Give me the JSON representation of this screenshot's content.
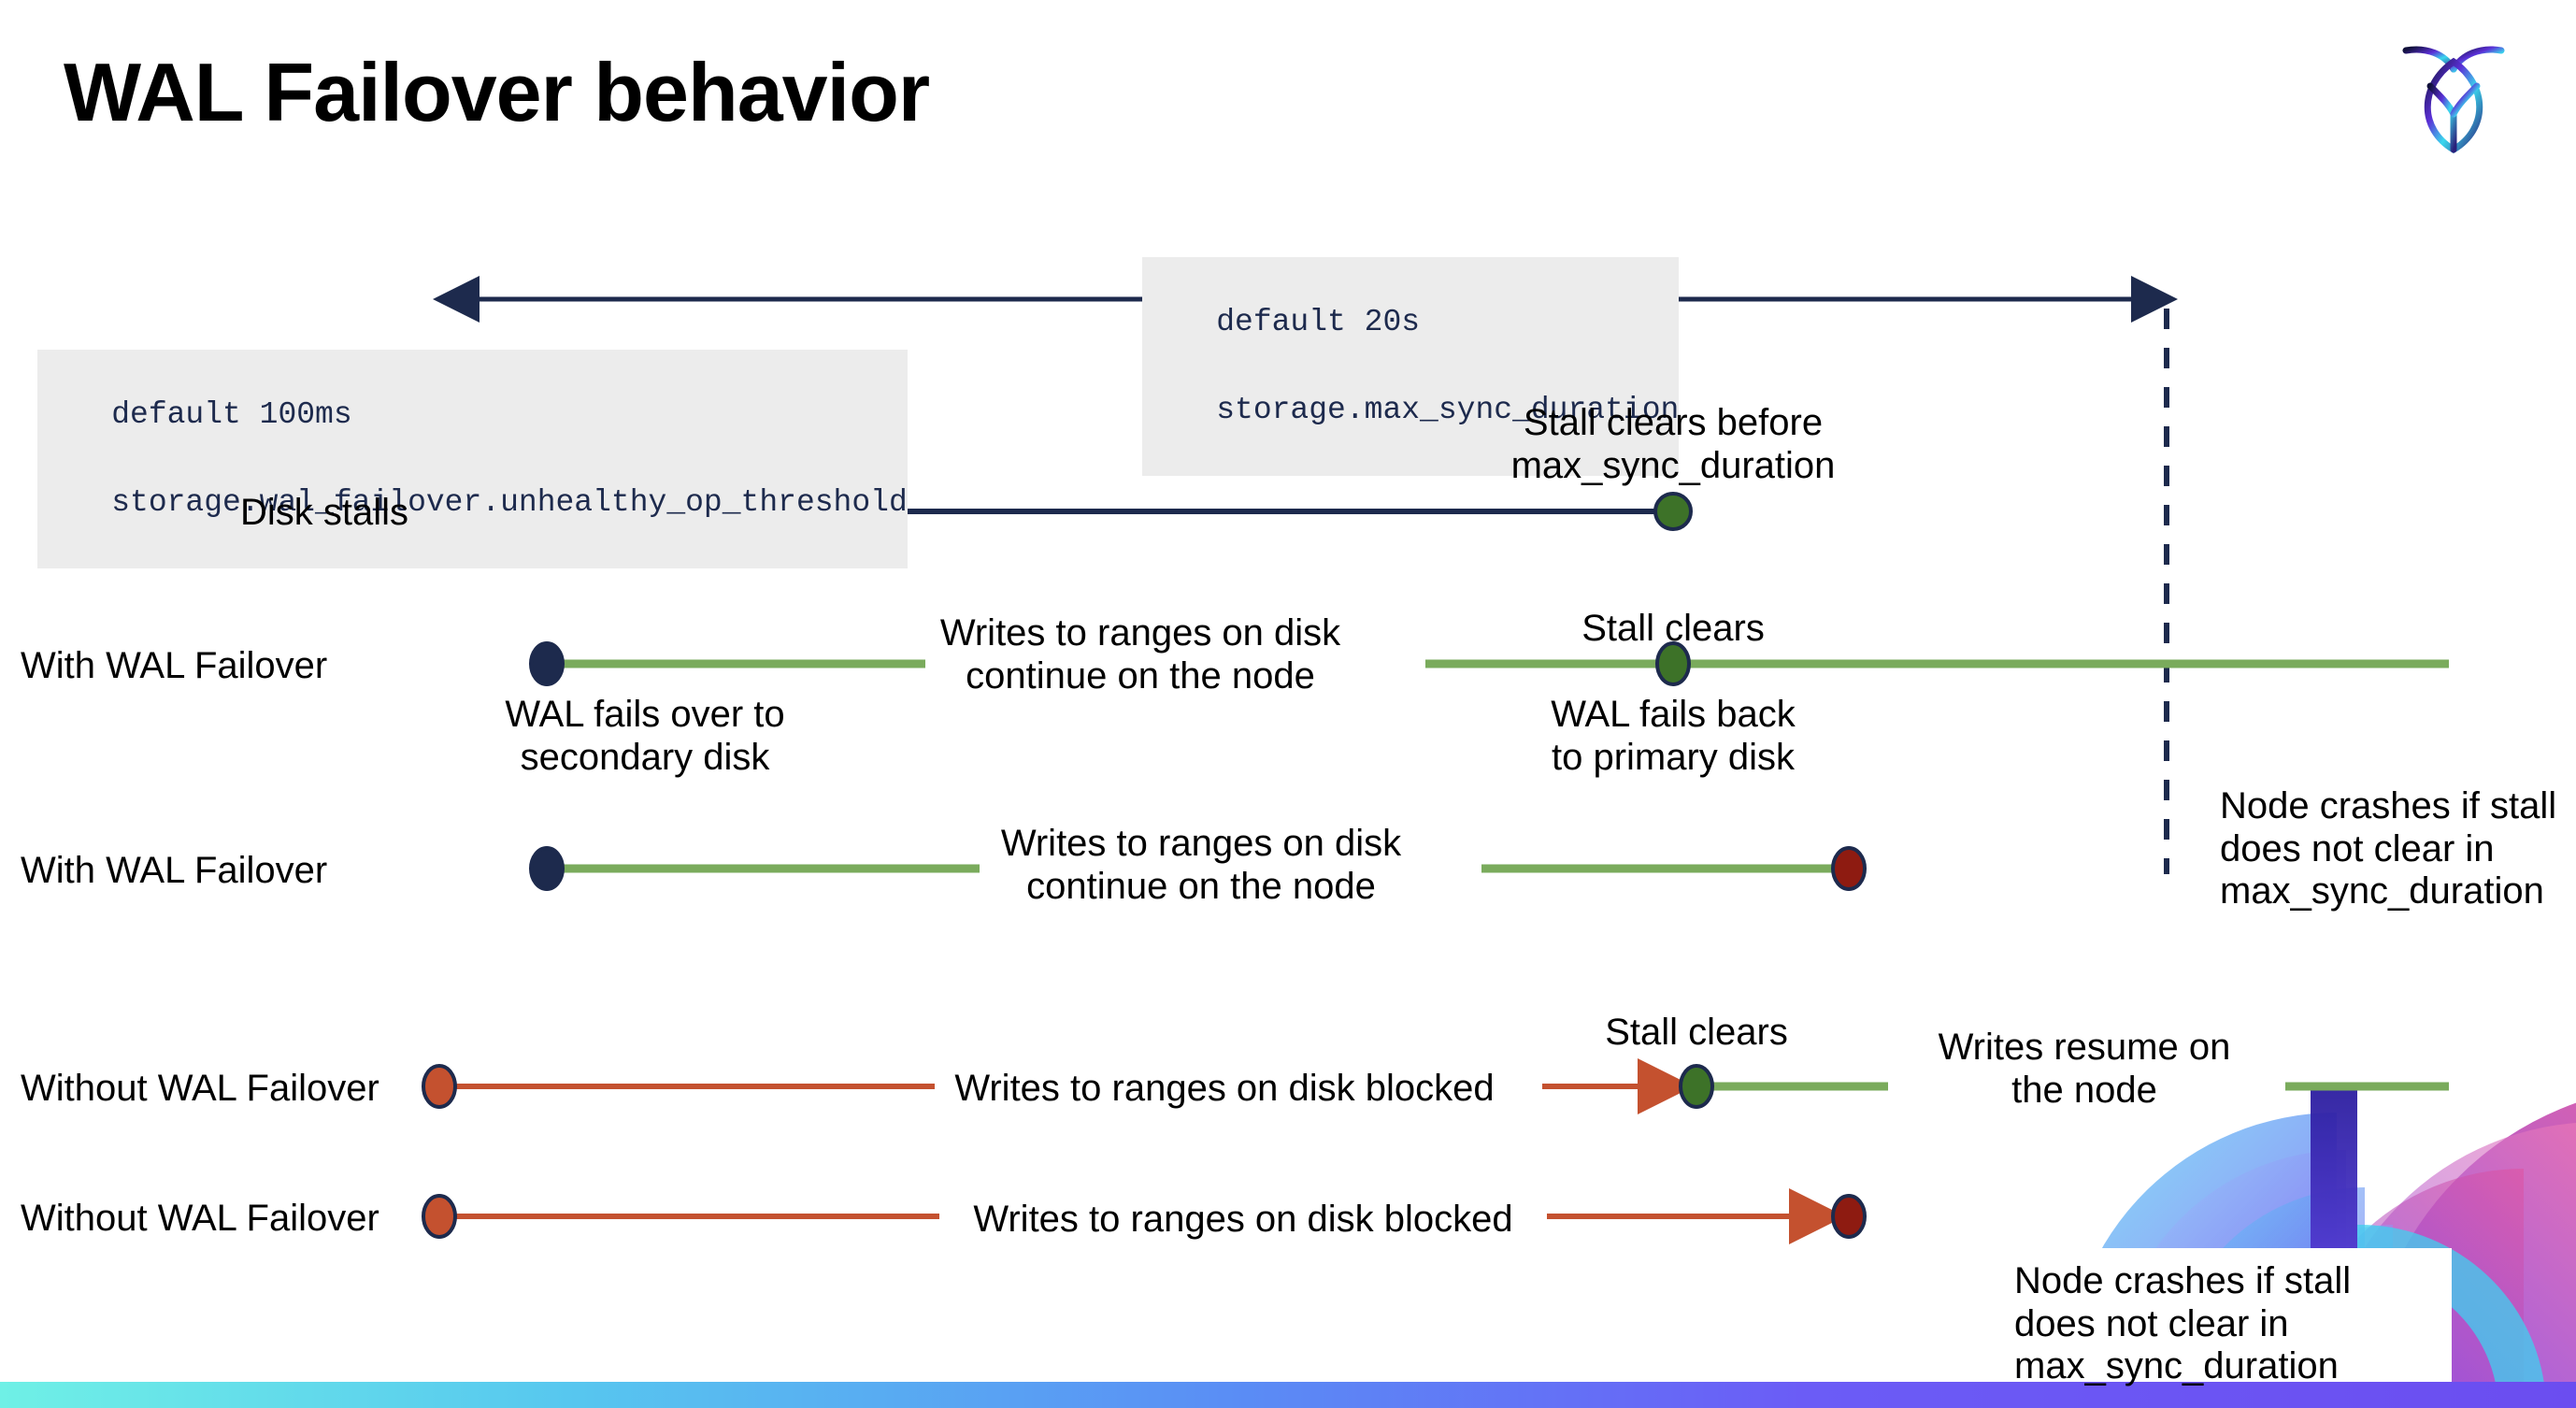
{
  "slide": {
    "title": "WAL Failover behavior",
    "logo_name": "cockroachdb-logo",
    "background": "#ffffff"
  },
  "colors": {
    "navy": "#1d2a4d",
    "green_line": "#7aab5c",
    "green_dot": "#3d7228",
    "orange": "#c4512f",
    "dark_red": "#8e1b11",
    "code_bg": "#ececec",
    "strip_start": "#6ff0e6",
    "strip_end": "#6b4df0"
  },
  "annotations": {
    "max_sync": {
      "line1": "default 20s",
      "line2": "storage.max_sync_duration"
    },
    "unhealthy": {
      "line1": "default 100ms",
      "line2": "storage.wal_failover.unhealthy_op_threshold"
    }
  },
  "rows": [
    {
      "id": "disk-stalls",
      "label": "Disk stalls",
      "notes": [
        {
          "id": "stall-clears-before",
          "text": "Stall clears before\nmax_sync_duration"
        }
      ]
    },
    {
      "id": "with-wal-failover-1",
      "label": "With WAL Failover",
      "notes": [
        {
          "id": "writes-continue",
          "text": "Writes to ranges on disk\ncontinue on the node"
        },
        {
          "id": "wal-fails-over",
          "text": "WAL fails over to\nsecondary disk"
        },
        {
          "id": "stall-clears",
          "text": "Stall clears"
        },
        {
          "id": "wal-fails-back",
          "text": "WAL fails  back\nto primary disk"
        },
        {
          "id": "node-crashes-1",
          "text": "Node crashes if stall\ndoes not clear in\nmax_sync_duration"
        }
      ]
    },
    {
      "id": "with-wal-failover-2",
      "label": "With WAL Failover",
      "notes": [
        {
          "id": "writes-continue-2",
          "text": "Writes to ranges on disk\ncontinue on the node"
        }
      ]
    },
    {
      "id": "without-wal-failover-1",
      "label": "Without WAL Failover",
      "notes": [
        {
          "id": "writes-blocked-1",
          "text": "Writes to ranges on disk  blocked"
        },
        {
          "id": "stall-clears-2",
          "text": "Stall clears"
        },
        {
          "id": "writes-resume",
          "text": "Writes resume on\nthe node"
        }
      ]
    },
    {
      "id": "without-wal-failover-2",
      "label": "Without WAL Failover",
      "notes": [
        {
          "id": "writes-blocked-2",
          "text": "Writes to ranges on disk  blocked"
        },
        {
          "id": "node-crashes-2",
          "text": "Node crashes if stall\ndoes not clear in\nmax_sync_duration"
        }
      ]
    }
  ],
  "chart_data": {
    "type": "timeline",
    "title": "WAL Failover behavior",
    "x_axis_note": "time (unlabeled); span between stall start and max_sync_duration deadline",
    "markers": {
      "stall_start_x": 470,
      "failover_x": 585,
      "stall_clear_x": 1790,
      "deadline_x": 1978
    },
    "series": [
      {
        "name": "Disk stalls",
        "y": 547,
        "segments": [
          {
            "from": 470,
            "to": 1790,
            "color": "#1d2a4d",
            "style": "solid"
          }
        ],
        "points": [
          {
            "x": 470,
            "kind": "stall-start",
            "color": "#c4512f"
          },
          {
            "x": 585,
            "kind": "unhealthy-threshold",
            "color": "#1d2a4d"
          },
          {
            "x": 1790,
            "kind": "stall-clears",
            "color": "#3d7228"
          }
        ]
      },
      {
        "name": "With WAL Failover (stall clears)",
        "y": 710,
        "segments": [
          {
            "from": 585,
            "to": 990,
            "color": "#7aab5c",
            "style": "solid"
          },
          {
            "from": 1525,
            "to": 2620,
            "color": "#7aab5c",
            "style": "solid"
          }
        ],
        "points": [
          {
            "x": 585,
            "kind": "wal-fails-over",
            "color": "#1d2a4d"
          },
          {
            "x": 1790,
            "kind": "stall-clears",
            "color": "#3d7228"
          }
        ]
      },
      {
        "name": "With WAL Failover (node crashes)",
        "y": 929,
        "segments": [
          {
            "from": 585,
            "to": 1048,
            "color": "#7aab5c",
            "style": "solid"
          },
          {
            "from": 1585,
            "to": 1978,
            "color": "#7aab5c",
            "style": "solid"
          }
        ],
        "points": [
          {
            "x": 585,
            "kind": "wal-fails-over",
            "color": "#1d2a4d"
          },
          {
            "x": 1978,
            "kind": "node-crash",
            "color": "#8e1b11"
          }
        ]
      },
      {
        "name": "Without WAL Failover (stall clears)",
        "y": 1162,
        "segments": [
          {
            "from": 470,
            "to": 1000,
            "color": "#c4512f",
            "style": "solid"
          },
          {
            "from": 1650,
            "to": 1815,
            "color": "#c4512f",
            "style": "arrow"
          },
          {
            "from": 1815,
            "to": 2020,
            "color": "#7aab5c",
            "style": "solid"
          },
          {
            "from": 2445,
            "to": 2620,
            "color": "#7aab5c",
            "style": "solid"
          }
        ],
        "points": [
          {
            "x": 470,
            "kind": "stall-start",
            "color": "#c4512f"
          },
          {
            "x": 1815,
            "kind": "stall-clears",
            "color": "#3d7228"
          }
        ]
      },
      {
        "name": "Without WAL Failover (node crashes)",
        "y": 1301,
        "segments": [
          {
            "from": 470,
            "to": 1005,
            "color": "#c4512f",
            "style": "solid"
          },
          {
            "from": 1655,
            "to": 1978,
            "color": "#c4512f",
            "style": "arrow"
          }
        ],
        "points": [
          {
            "x": 470,
            "kind": "stall-start",
            "color": "#c4512f"
          },
          {
            "x": 1978,
            "kind": "node-crash",
            "color": "#8e1b11"
          }
        ]
      }
    ],
    "guides": [
      {
        "name": "max_sync_duration",
        "type": "double-arrow",
        "y": 320,
        "from": 460,
        "to": 2333,
        "color": "#1d2a4d"
      },
      {
        "name": "unhealthy_op_threshold",
        "type": "double-arrow",
        "y": 482,
        "from": 462,
        "to": 600,
        "color": "#1d2a4d"
      },
      {
        "name": "deadline-dashed",
        "type": "dashed-vertical",
        "x": 2318,
        "from": 320,
        "to": 935,
        "color": "#1d2a4d"
      }
    ]
  }
}
